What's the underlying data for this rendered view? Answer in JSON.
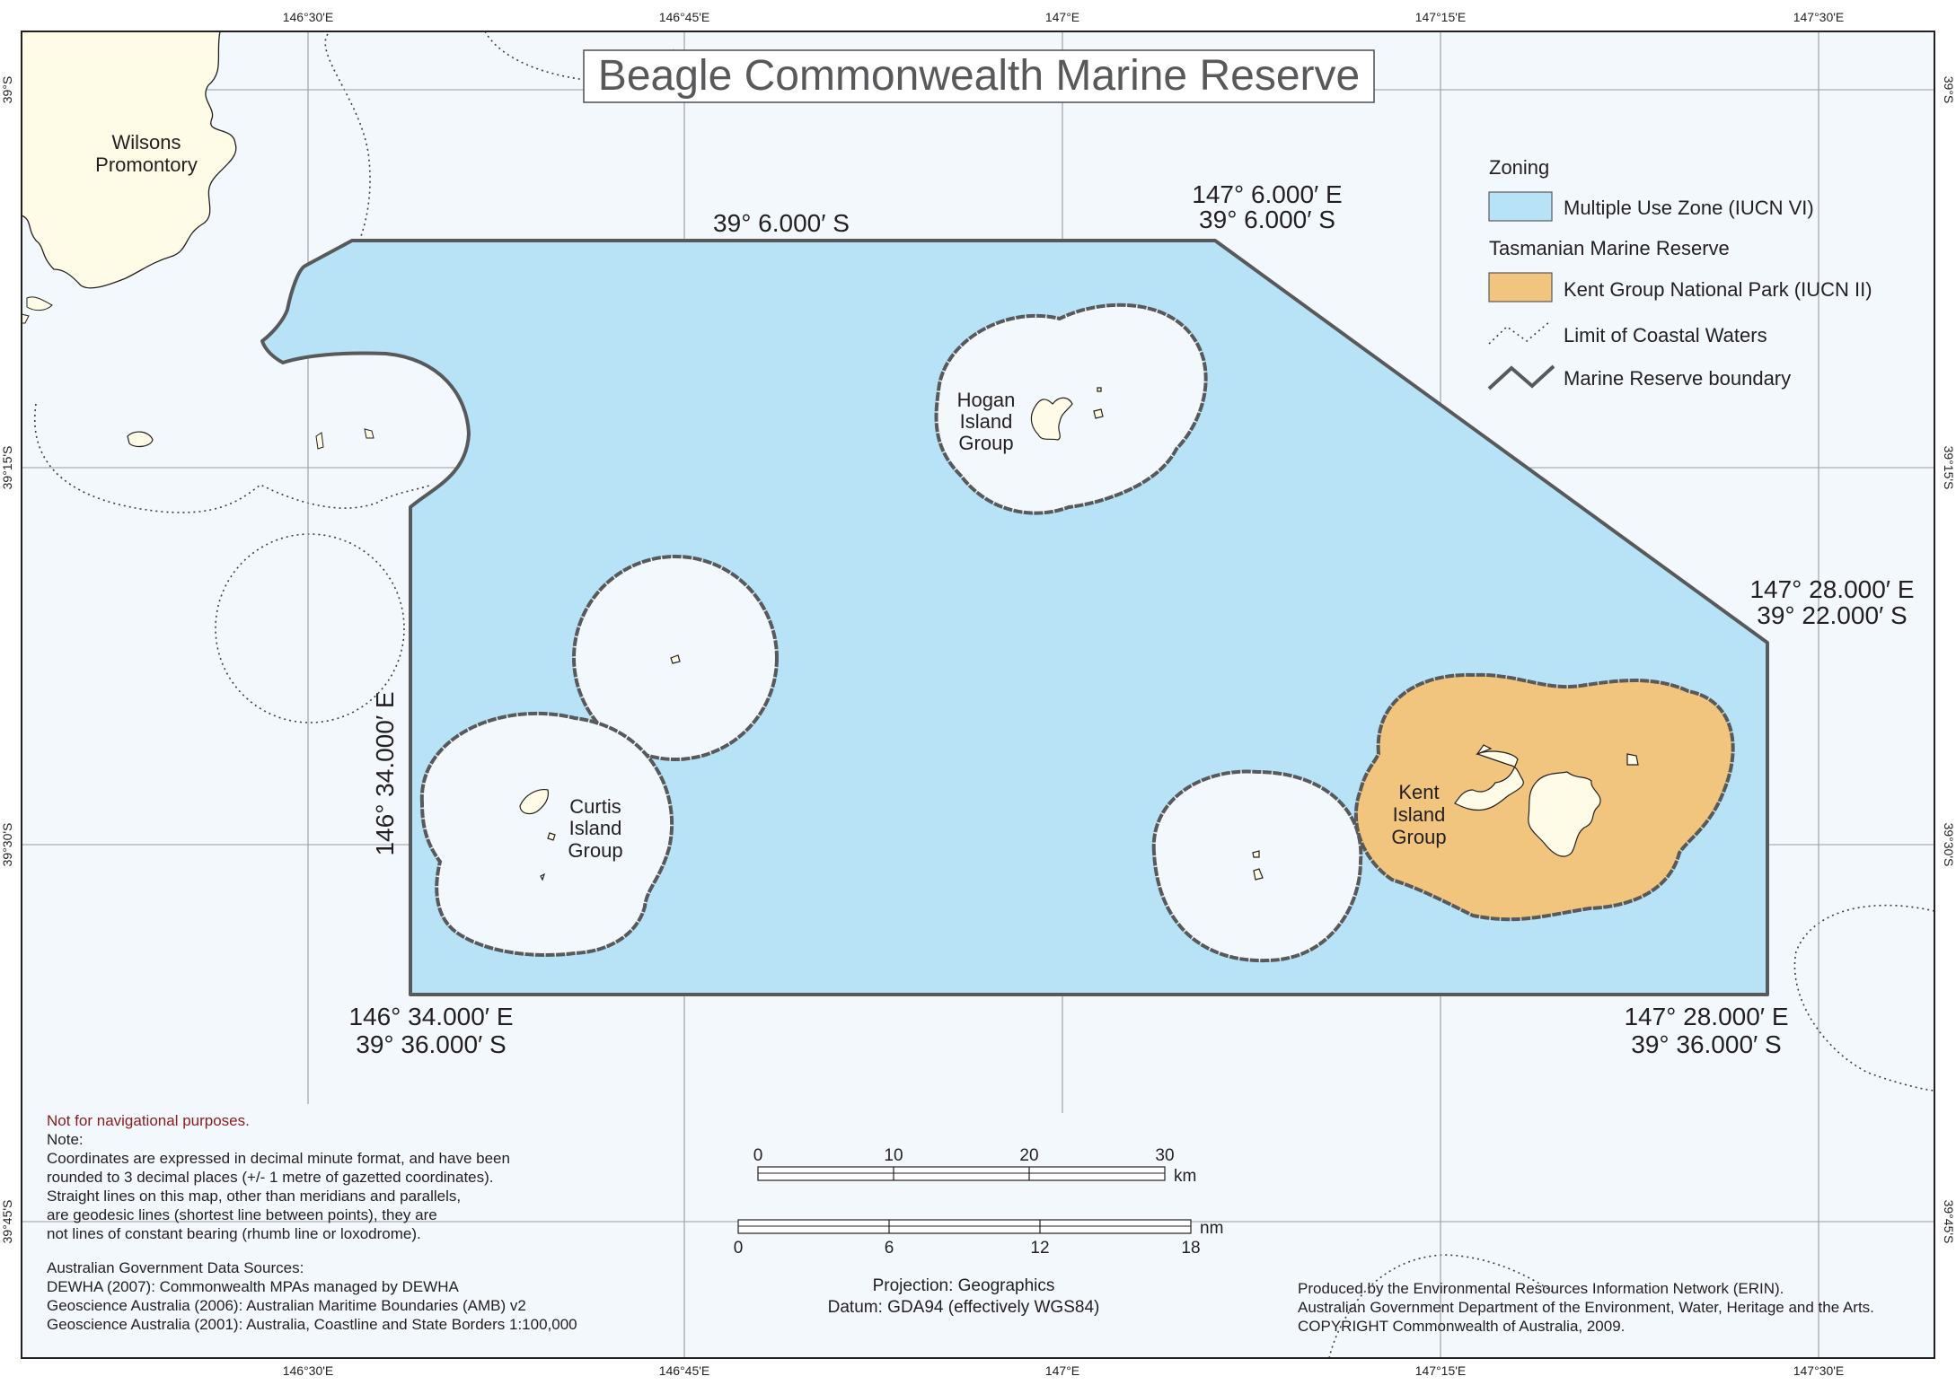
{
  "title": "Beagle Commonwealth Marine Reserve",
  "ticks": {
    "longitudes": [
      "146°30'E",
      "146°45'E",
      "147°E",
      "147°15'E",
      "147°30'E"
    ],
    "latitudes": [
      "39°S",
      "39°15'S",
      "39°30'S",
      "39°45'S"
    ]
  },
  "places": {
    "wilsons": [
      "Wilsons",
      "Promontory"
    ],
    "hogan": [
      "Hogan",
      "Island",
      "Group"
    ],
    "curtis": [
      "Curtis",
      "Island",
      "Group"
    ],
    "kent": [
      "Kent",
      "Island",
      "Group"
    ]
  },
  "corners": {
    "nw_lat": "39° 6.000′ S",
    "ne_lon": "147° 6.000′ E",
    "ne_lat": "39° 6.000′ S",
    "e_lon": "147° 28.000′ E",
    "e_lat": "39° 22.000′ S",
    "west_edge": "146° 34.000′ E",
    "sw_lon": "146° 34.000′ E",
    "sw_lat": "39° 36.000′ S",
    "se_lon": "147° 28.000′ E",
    "se_lat": "39° 36.000′ S"
  },
  "legend": {
    "zoning_heading": "Zoning",
    "multiple_use": "Multiple Use Zone (IUCN VI)",
    "tas_heading": "Tasmanian Marine Reserve",
    "kent_park": "Kent Group National Park (IUCN II)",
    "coastal_limit": "Limit of Coastal Waters",
    "reserve_boundary": "Marine Reserve boundary"
  },
  "colors": {
    "multiple_use_zone": "#b8e3f7",
    "national_park": "#f2c57f",
    "land": "#fefce6",
    "sea": "#f3f8fc",
    "boundary": "#58595b",
    "warning": "#8b1c1c"
  },
  "notes": {
    "warning": "Not for navigational purposes.",
    "heading": "Note:",
    "lines": [
      "Coordinates are expressed in decimal minute format, and have been",
      "rounded to 3 decimal places (+/- 1 metre of gazetted coordinates).",
      "Straight lines on this map, other than meridians and parallels,",
      "are geodesic lines (shortest line between points), they are",
      "not lines of constant bearing (rhumb line or loxodrome)."
    ],
    "sources_heading": "Australian Government Data Sources:",
    "sources": [
      "DEWHA (2007): Commonwealth MPAs managed by DEWHA",
      "Geoscience Australia (2006): Australian Maritime Boundaries (AMB) v2",
      "Geoscience Australia (2001): Australia, Coastline and State Borders 1:100,000"
    ]
  },
  "scalebar": {
    "km_ticks": [
      "0",
      "10",
      "20",
      "30"
    ],
    "km_unit": "km",
    "nm_ticks": [
      "0",
      "6",
      "12",
      "18"
    ],
    "nm_unit": "nm"
  },
  "projection": [
    "Projection: Geographics",
    "Datum: GDA94 (effectively WGS84)"
  ],
  "credits": [
    "Produced by the Environmental Resources Information Network (ERIN).",
    "Australian Government Department of the Environment, Water, Heritage and the Arts.",
    "COPYRIGHT Commonwealth of Australia, 2009."
  ]
}
